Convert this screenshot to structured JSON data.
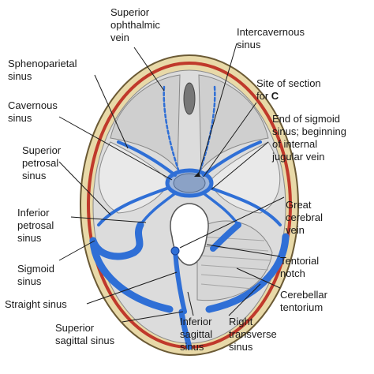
{
  "colors": {
    "sinus_blue": "#2f6fd6",
    "sinus_outline": "#1b3f8f",
    "dura_red": "#c0392b",
    "skull_tan": "#e8d9a8",
    "bone_gray": "#9a9a9a",
    "fossa_white": "#f3f3f3"
  },
  "labels": {
    "superior_ophthalmic_vein": [
      "Superior",
      "ophthalmic",
      "vein"
    ],
    "intercavernous_sinus": [
      "Intercavernous",
      "sinus"
    ],
    "sphenoparietal_sinus": [
      "Sphenoparietal",
      "sinus"
    ],
    "site_of_section": [
      "Site of section",
      "for "
    ],
    "site_of_section_bold": "C",
    "cavernous_sinus": [
      "Cavernous",
      "sinus"
    ],
    "end_of_sigmoid_sinus": [
      "End of sigmoid",
      "sinus; beginning",
      "of internal",
      "jugular vein"
    ],
    "superior_petrosal_sinus": [
      "Superior",
      "petrosal",
      "sinus"
    ],
    "great_cerebral_vein": [
      "Great",
      "cerebral",
      "vein"
    ],
    "inferior_petrosal_sinus": [
      "Inferior",
      "petrosal",
      "sinus"
    ],
    "sigmoid_sinus": [
      "Sigmoid",
      "sinus"
    ],
    "tentorial_notch": [
      "Tentorial",
      "notch"
    ],
    "cerebellar_tentorium": [
      "Cerebellar",
      "tentorium"
    ],
    "straight_sinus": [
      "Straight sinus"
    ],
    "superior_sagittal_sinus": [
      "Superior",
      "sagittal sinus"
    ],
    "inferior_sagittal_sinus": [
      "Inferior",
      "sagittal",
      "sinus"
    ],
    "right_transverse_sinus": [
      "Right",
      "transverse",
      "sinus"
    ]
  }
}
